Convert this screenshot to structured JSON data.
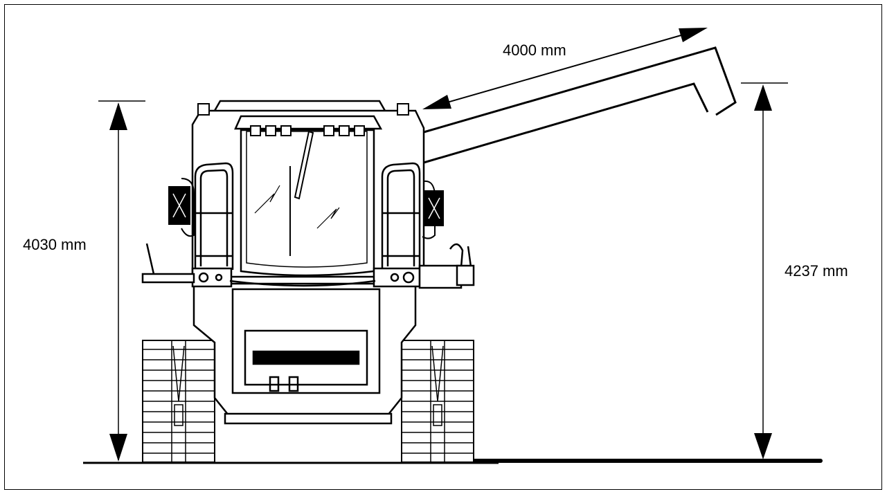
{
  "dimensions": {
    "unloading_reach": "4000 mm",
    "machine_height": "4030 mm",
    "spout_height": "4237 mm"
  },
  "colors": {
    "line": "#000000",
    "background": "#ffffff"
  }
}
